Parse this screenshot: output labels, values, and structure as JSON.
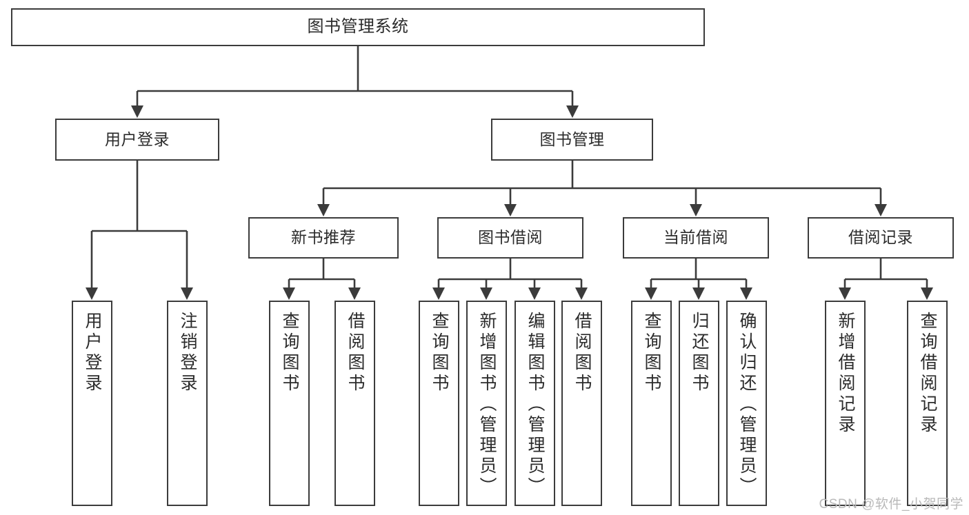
{
  "diagram": {
    "title": "图书管理系统",
    "type": "hierarchy-tree",
    "root": {
      "id": "root",
      "label": "图书管理系统"
    },
    "level1": [
      {
        "id": "user-login",
        "label": "用户登录"
      },
      {
        "id": "book-manage",
        "label": "图书管理"
      }
    ],
    "level2": [
      {
        "id": "new-book-recommend",
        "label": "新书推荐",
        "parent": "book-manage"
      },
      {
        "id": "book-borrow",
        "label": "图书借阅",
        "parent": "book-manage"
      },
      {
        "id": "current-borrow",
        "label": "当前借阅",
        "parent": "book-manage"
      },
      {
        "id": "borrow-record",
        "label": "借阅记录",
        "parent": "book-manage"
      }
    ],
    "leaves": [
      {
        "id": "leaf-user-login",
        "label": "用户登录",
        "parent": "user-login"
      },
      {
        "id": "leaf-user-logout",
        "label": "注销登录",
        "parent": "user-login"
      },
      {
        "id": "leaf-query-book-1",
        "label": "查询图书",
        "parent": "new-book-recommend"
      },
      {
        "id": "leaf-borrow-book-1",
        "label": "借阅图书",
        "parent": "new-book-recommend"
      },
      {
        "id": "leaf-query-book-2",
        "label": "查询图书",
        "parent": "book-borrow"
      },
      {
        "id": "leaf-add-book",
        "label": "新增图书（管理员）",
        "parent": "book-borrow"
      },
      {
        "id": "leaf-edit-book",
        "label": "编辑图书（管理员）",
        "parent": "book-borrow"
      },
      {
        "id": "leaf-borrow-book-2",
        "label": "借阅图书",
        "parent": "book-borrow"
      },
      {
        "id": "leaf-query-book-3",
        "label": "查询图书",
        "parent": "current-borrow"
      },
      {
        "id": "leaf-return-book",
        "label": "归还图书",
        "parent": "current-borrow"
      },
      {
        "id": "leaf-confirm-return",
        "label": "确认归还（管理员）",
        "parent": "current-borrow"
      },
      {
        "id": "leaf-add-record",
        "label": "新增借阅记录",
        "parent": "borrow-record"
      },
      {
        "id": "leaf-query-record",
        "label": "查询借阅记录",
        "parent": "borrow-record"
      }
    ],
    "colors": {
      "border": "#3b3b3b",
      "text": "#2b2b2b",
      "background": "#ffffff",
      "connector": "#3b3b3b",
      "watermark": "#b9b9b9"
    }
  },
  "watermark": {
    "text": "CSDN @软件_小贺同学"
  }
}
